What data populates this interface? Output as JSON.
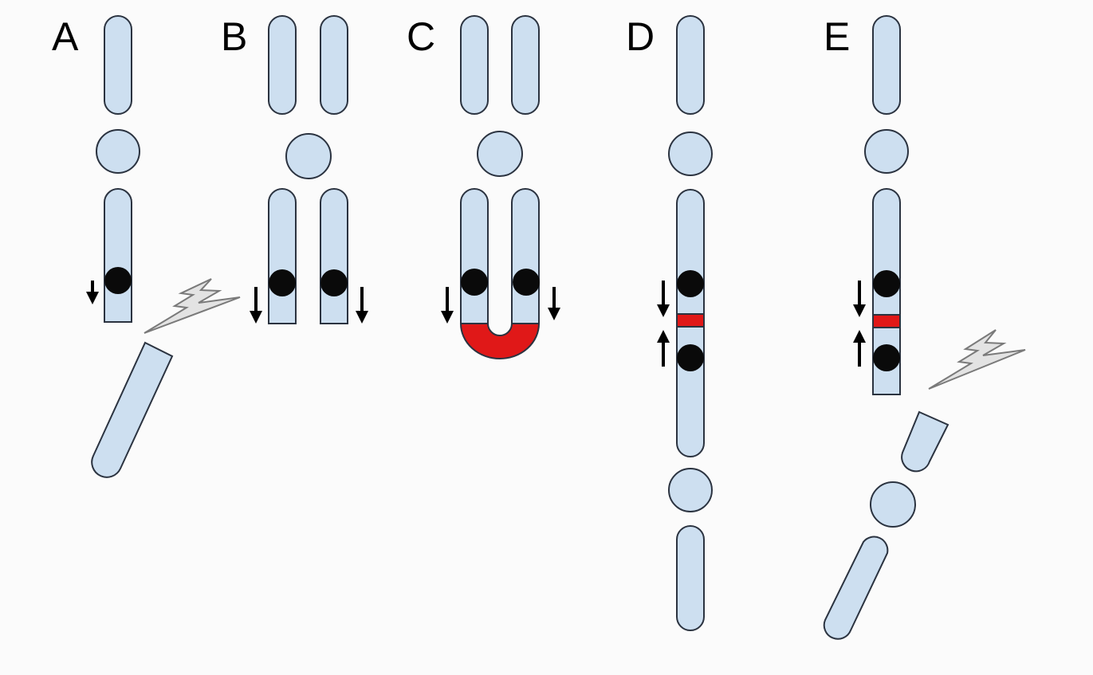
{
  "panels": [
    {
      "id": "A",
      "label": "A"
    },
    {
      "id": "B",
      "label": "B"
    },
    {
      "id": "C",
      "label": "C"
    },
    {
      "id": "D",
      "label": "D"
    },
    {
      "id": "E",
      "label": "E"
    }
  ],
  "colors": {
    "background": "#fbfbfb",
    "chromosome_fill": "#cddff0",
    "outline": "#2b3340",
    "marker": "#0a0a0a",
    "fusion_red": "#e01818",
    "bolt_fill": "#e3e3e3",
    "bolt_stroke": "#7a7a7a"
  },
  "icons": [
    "lightning-bolt-icon",
    "arrow-down-icon",
    "arrow-up-icon"
  ]
}
